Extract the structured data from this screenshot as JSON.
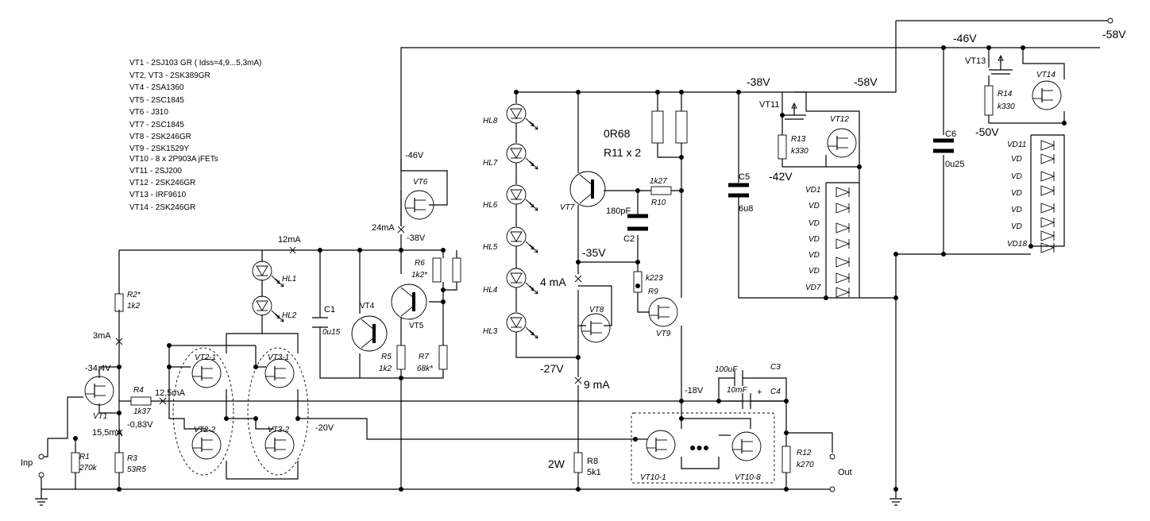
{
  "parts_list": [
    "VT1 - 2SJ103 GR  ( Idss=4,9...5,3mA)",
    "VT2, VT3 - 2SK389GR",
    "VT4 - 2SA1360",
    "VT5 - 2SC1845",
    "VT6 -   J310",
    "VT7 -  2SC1845",
    "VT8 -   2SK246GR",
    "VT9 -   2SK1529Y",
    "VT10 -  8 x 2P903A jFETs",
    "VT11 -  2SJ200",
    "VT12 -  2SK246GR",
    "VT13 -   IRF9610",
    "VT14 -  2SK246GR"
  ],
  "labels": {
    "vt1": "VT1",
    "vt21": "VT2-1",
    "vt22": "VT2-2",
    "vt31": "VT3-1",
    "vt32": "VT3-2",
    "vt4": "VT4",
    "vt5": "VT5",
    "vt6": "VT6",
    "vt7": "VT7",
    "vt8": "VT8",
    "vt9": "VT9",
    "vt101": "VT10-1",
    "vt108": "VT10-8",
    "vt11": "VT11",
    "vt12": "VT12",
    "vt13": "VT13",
    "vt14": "VT14",
    "hl1": "HL1",
    "hl2": "HL2",
    "hl3": "HL3",
    "hl4": "HL4",
    "hl5": "HL5",
    "hl6": "HL6",
    "hl7": "HL7",
    "hl8": "HL8",
    "r1": "R1",
    "r1v": "270k",
    "r2": "R2*",
    "r2v": "1k2",
    "r3": "R3",
    "r3v": "53R5",
    "r4": "R4",
    "r4v": "1k37",
    "r5": "R5",
    "r5v": "1k2",
    "r6": "R6",
    "r6v": "1k2*",
    "r7": "R7",
    "r7v": "68k*",
    "r8": "R8",
    "r8v": "5k1",
    "r8w": "2W",
    "r9": "R9",
    "r9v": "k223",
    "r10": "R10",
    "r10v": "1k27",
    "r11": "R11 x 2",
    "r11v": "0R68",
    "r12": "R12",
    "r12v": "k270",
    "r13": "R13",
    "r13v": "k330",
    "r14": "R14",
    "r14v": "k330",
    "c1": "C1",
    "c1v": "0u15",
    "c2": "C2",
    "c2v": "180pF",
    "c3": "C3",
    "c3v": "100uF",
    "c4": "C4",
    "c4v": "10mF",
    "c5": "C5",
    "c5v": "6u8",
    "c6": "C6",
    "c6v": "0u25",
    "vd1": "VD1",
    "vd": "VD",
    "vd7": "VD7",
    "vd11": "VD11",
    "vd18": "VD18",
    "inp": "Inp",
    "out": "Out",
    "plus": "+",
    "v_m58a": "-58V",
    "v_m58b": "-58V",
    "v_m46a": "-46V",
    "v_m46b": "-46V",
    "v_m38a": "-38V",
    "v_m38b": "-38V",
    "v_m35": "-35V",
    "v_m27": "-27V",
    "v_m18": "-18V",
    "v_m20": "-20V",
    "v_m344": "-34,4V",
    "v_m083": "-0,83V",
    "v_m42": "-42V",
    "v_m50": "-50V",
    "i_12": "12mA",
    "i_24": "24mA",
    "i_3": "3mA",
    "i_125": "12,5mA",
    "i_155": "15,5mA",
    "i_4": "4 mA",
    "i_9": "9 mA",
    "dots": "●●●"
  }
}
